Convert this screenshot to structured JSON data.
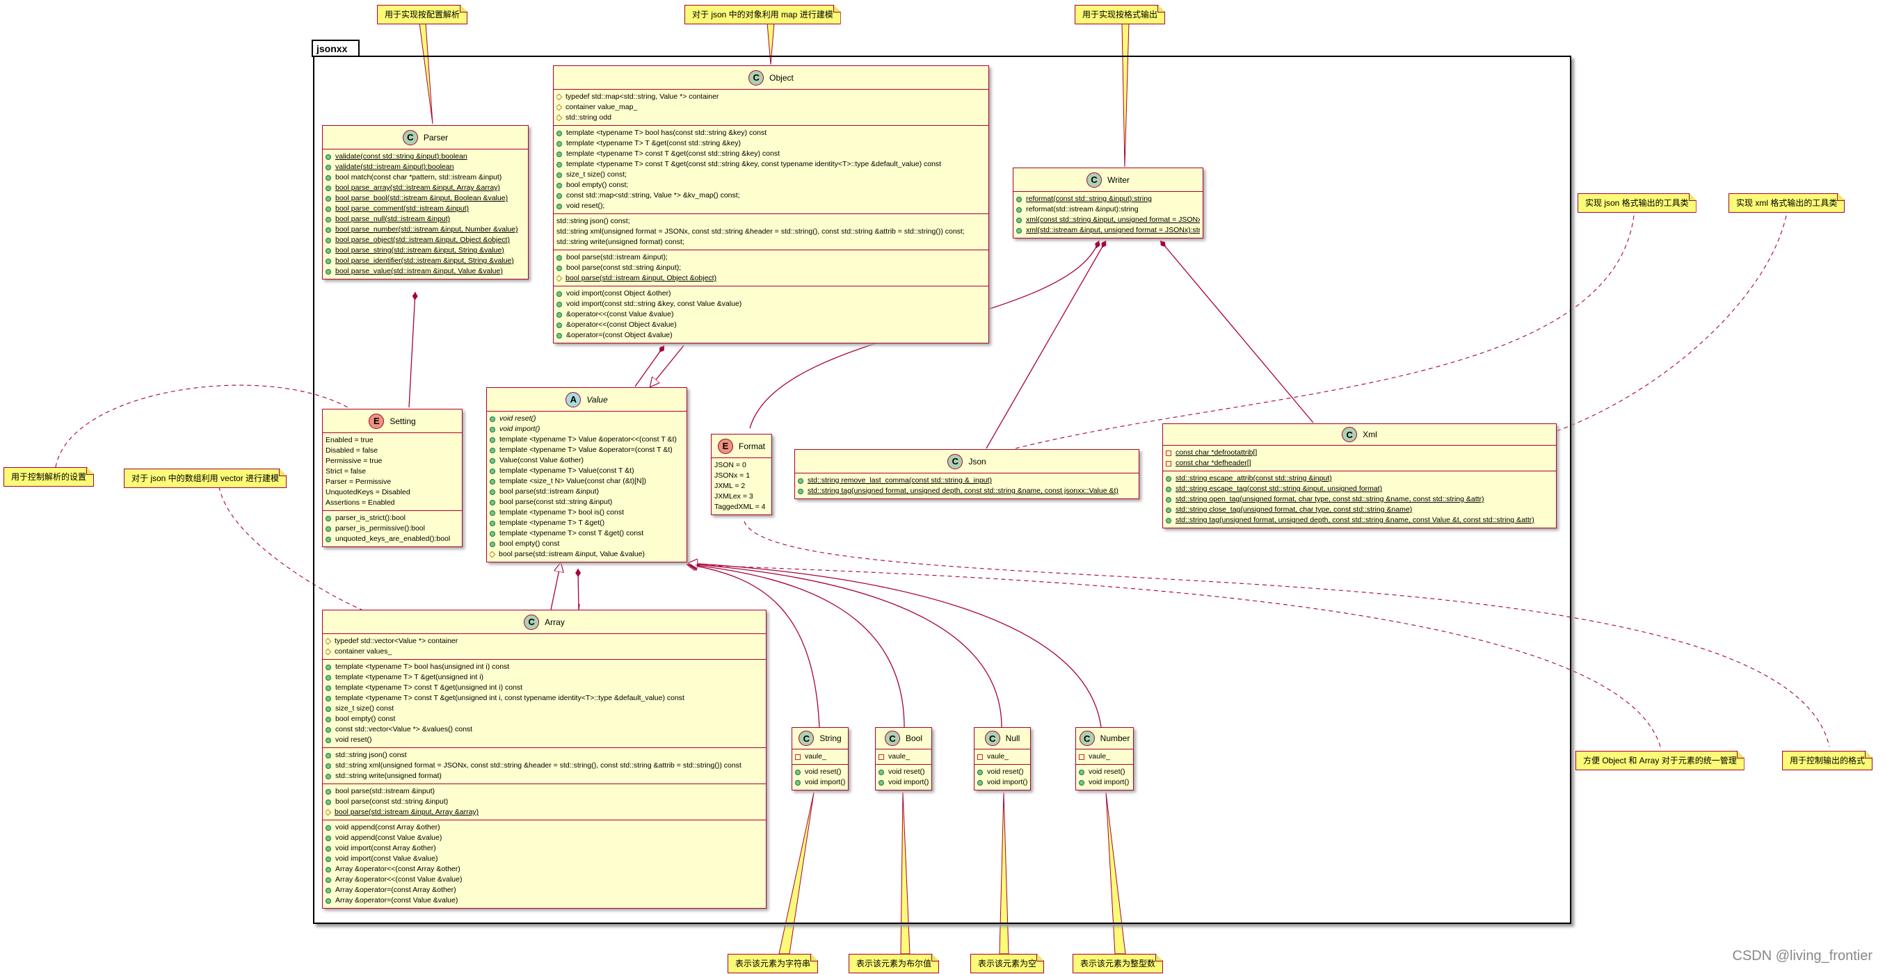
{
  "package": {
    "name": "jsonxx"
  },
  "colors": {
    "class_fill": "#fefece",
    "border": "#a80036",
    "note_fill": "#fbfb77",
    "class_circle": "#add1b2",
    "abstract_circle": "#a9dcdf",
    "enum_circle": "#eb937f"
  },
  "classes": {
    "parser": {
      "kind": "C",
      "name": "Parser",
      "sections": [
        [
          {
            "v": "pub",
            "u": true,
            "t": "validate(const std::string &input):boolean"
          },
          {
            "v": "pub",
            "u": true,
            "t": "validate(std::istream &input):boolean"
          },
          {
            "v": "pub",
            "t": "bool match(const char *pattern, std::istream &input)"
          },
          {
            "v": "pub",
            "u": true,
            "t": "bool parse_array(std::istream &input, Array &array)"
          },
          {
            "v": "pub",
            "u": true,
            "t": "bool parse_bool(std::istream &input, Boolean &value)"
          },
          {
            "v": "pub",
            "u": true,
            "t": "bool parse_comment(std::istream &input)"
          },
          {
            "v": "pub",
            "u": true,
            "t": "bool parse_null(std::istream &input)"
          },
          {
            "v": "pub",
            "u": true,
            "t": "bool parse_number(std::istream &input, Number &value)"
          },
          {
            "v": "pub",
            "u": true,
            "t": "bool parse_object(std::istream &input, Object &object)"
          },
          {
            "v": "pub",
            "u": true,
            "t": "bool parse_string(std::istream &input, String &value)"
          },
          {
            "v": "pub",
            "u": true,
            "t": "bool parse_identifier(std::istream &input, String &value)"
          },
          {
            "v": "pub",
            "u": true,
            "t": "bool parse_value(std::istream &input, Value &value)"
          }
        ]
      ]
    },
    "object": {
      "kind": "C",
      "name": "Object",
      "sections": [
        [
          {
            "v": "prot",
            "t": "typedef std::map<std::string, Value *> container"
          },
          {
            "v": "prot",
            "t": "container value_map_"
          },
          {
            "v": "prot",
            "t": "std::string odd"
          }
        ],
        [
          {
            "v": "pub",
            "t": "template <typename T> bool has(const std::string &key) const"
          },
          {
            "v": "pub",
            "t": "template <typename T> T &get(const std::string &key)"
          },
          {
            "v": "pub",
            "t": "template <typename T> const T &get(const std::string &key) const"
          },
          {
            "v": "pub",
            "t": "template <typename T> const T &get(const std::string &key, const typename identity<T>::type &default_value) const"
          },
          {
            "v": "pub",
            "t": "size_t size() const;"
          },
          {
            "v": "pub",
            "t": "bool empty() const;"
          },
          {
            "v": "pub",
            "t": "const std::map<std::string, Value *> &kv_map() const;"
          },
          {
            "v": "pub",
            "t": "void reset();"
          }
        ],
        [
          {
            "v": "",
            "t": "std::string json() const;"
          },
          {
            "v": "",
            "t": "std::string xml(unsigned format = JSONx, const std::string &header = std::string(), const std::string &attrib = std::string()) const;"
          },
          {
            "v": "",
            "t": "std::string write(unsigned format) const;"
          }
        ],
        [
          {
            "v": "pub",
            "t": "bool parse(std::istream &input);"
          },
          {
            "v": "pub",
            "t": "bool parse(const std::string &input);"
          },
          {
            "v": "prot",
            "u": true,
            "t": "bool parse(std::istream &input, Object &object)"
          }
        ],
        [
          {
            "v": "pub",
            "t": "void import(const Object &other)"
          },
          {
            "v": "pub",
            "t": "void import(const std::string &key, const Value &value)"
          },
          {
            "v": "pub",
            "t": "&operator<<(const Value &value)"
          },
          {
            "v": "pub",
            "t": "&operator<<(const Object &value)"
          },
          {
            "v": "pub",
            "t": "&operator=(const Object &value)"
          }
        ]
      ]
    },
    "writer": {
      "kind": "C",
      "name": "Writer",
      "sections": [
        [
          {
            "v": "pub",
            "u": true,
            "t": "reformat(const std::string &input):string"
          },
          {
            "v": "pub",
            "t": "reformat(std::istream &input):string"
          },
          {
            "v": "pub",
            "u": true,
            "t": "xml(const std::string &input, unsigned format = JSONx):string"
          },
          {
            "v": "pub",
            "u": true,
            "t": "xml(std::istream &input, unsigned format = JSONx):string"
          }
        ]
      ]
    },
    "setting": {
      "kind": "E",
      "name": "Setting",
      "sections": [
        [
          {
            "v": "",
            "t": "Enabled = true"
          },
          {
            "v": "",
            "t": "Disabled = false"
          },
          {
            "v": "",
            "t": "Permissive = true"
          },
          {
            "v": "",
            "t": "Strict = false"
          },
          {
            "v": "",
            "t": "Parser = Permissive"
          },
          {
            "v": "",
            "t": "UnquotedKeys = Disabled"
          },
          {
            "v": "",
            "t": "Assertions = Enabled"
          }
        ],
        [
          {
            "v": "pub",
            "t": "parser_is_strict():bool"
          },
          {
            "v": "pub",
            "t": "parser_is_permissive():bool"
          },
          {
            "v": "pub",
            "t": "unquoted_keys_are_enabled():bool"
          }
        ]
      ]
    },
    "value": {
      "kind": "A",
      "name": "Value",
      "sections": [
        [
          {
            "v": "pub",
            "i": true,
            "t": "void reset()"
          },
          {
            "v": "pub",
            "i": true,
            "t": "void import()"
          },
          {
            "v": "pub",
            "t": "template <typename T> Value &operator<<(const T &t)"
          },
          {
            "v": "pub",
            "t": "template <typename T> Value &operator=(const T &t)"
          },
          {
            "v": "pub",
            "t": "Value(const Value &other)"
          },
          {
            "v": "pub",
            "t": "template <typename T> Value(const T &t)"
          },
          {
            "v": "pub",
            "t": "template <size_t N> Value(const char (&t)[N])"
          },
          {
            "v": "pub",
            "t": "bool parse(std::istream &input)"
          },
          {
            "v": "pub",
            "t": "bool parse(const std::string &input)"
          },
          {
            "v": "pub",
            "t": "template <typename T> bool is() const"
          },
          {
            "v": "pub",
            "t": "template <typename T> T &get()"
          },
          {
            "v": "pub",
            "t": "template <typename T>   const T &get() const"
          },
          {
            "v": "pub",
            "t": "bool empty() const"
          },
          {
            "v": "prot",
            "t": "bool parse(std::istream &input, Value &value)"
          }
        ]
      ]
    },
    "format": {
      "kind": "E",
      "name": "Format",
      "sections": [
        [
          {
            "v": "",
            "t": "JSON = 0"
          },
          {
            "v": "",
            "t": "JSONx = 1"
          },
          {
            "v": "",
            "t": "JXML = 2"
          },
          {
            "v": "",
            "t": "JXMLex = 3"
          },
          {
            "v": "",
            "t": "TaggedXML = 4"
          }
        ]
      ]
    },
    "json": {
      "kind": "C",
      "name": "Json",
      "sections": [
        [
          {
            "v": "pub",
            "u": true,
            "t": "std::string remove_last_comma(const std::string &_input)"
          },
          {
            "v": "pub",
            "u": true,
            "t": "std::string tag(unsigned format, unsigned depth, const std::string &name, const jsonxx::Value &t)"
          }
        ]
      ]
    },
    "xml": {
      "kind": "C",
      "name": "Xml",
      "sections": [
        [
          {
            "v": "priv",
            "u": true,
            "t": "const char *defrootattrib[]"
          },
          {
            "v": "priv",
            "u": true,
            "t": "const char *defheader[]"
          }
        ],
        [
          {
            "v": "pub",
            "u": true,
            "t": "std::string escape_attrib(const std::string &input)"
          },
          {
            "v": "pub",
            "u": true,
            "t": "std::string escape_tag(const std::string &input, unsigned format)"
          },
          {
            "v": "pub",
            "u": true,
            "t": "std::string open_tag(unsigned format, char type, const std::string &name, const std::string &attr)"
          },
          {
            "v": "pub",
            "u": true,
            "t": "std::string close_tag(unsigned format, char type, const std::string &name)"
          },
          {
            "v": "pub",
            "u": true,
            "t": "std::string tag(unsigned format, unsigned depth, const std::string &name, const Value &t, const std::string &attr)"
          }
        ]
      ]
    },
    "array": {
      "kind": "C",
      "name": "Array",
      "sections": [
        [
          {
            "v": "prot",
            "t": "typedef std::vector<Value *> container"
          },
          {
            "v": "prot",
            "t": "container values_"
          }
        ],
        [
          {
            "v": "pub",
            "t": "template <typename T> bool has(unsigned int i) const"
          },
          {
            "v": "pub",
            "t": "template <typename T> T &get(unsigned int i)"
          },
          {
            "v": "pub",
            "t": "template <typename T> const T &get(unsigned int i) const"
          },
          {
            "v": "pub",
            "t": "template <typename T> const T &get(unsigned int i, const typename identity<T>::type &default_value) const"
          },
          {
            "v": "pub",
            "t": "size_t size() const"
          },
          {
            "v": "pub",
            "t": "bool empty() const"
          },
          {
            "v": "pub",
            "t": "const std::vector<Value *> &values() const"
          },
          {
            "v": "pub",
            "t": "void reset()"
          }
        ],
        [
          {
            "v": "pub",
            "t": "std::string json() const"
          },
          {
            "v": "pub",
            "t": "std::string xml(unsigned format = JSONx, const std::string &header = std::string(), const std::string &attrib = std::string()) const"
          },
          {
            "v": "pub",
            "t": "std::string write(unsigned format)"
          }
        ],
        [
          {
            "v": "pub",
            "t": "bool parse(std::istream &input)"
          },
          {
            "v": "pub",
            "t": "bool parse(const std::string &input)"
          },
          {
            "v": "prot",
            "u": true,
            "t": "bool parse(std::istream &input, Array &array)"
          }
        ],
        [
          {
            "v": "pub",
            "t": "void append(const Array &other)"
          },
          {
            "v": "pub",
            "t": "void append(const Value &value)"
          },
          {
            "v": "pub",
            "t": "void import(const Array &other)"
          },
          {
            "v": "pub",
            "t": "void import(const Value &value)"
          },
          {
            "v": "pub",
            "t": "Array &operator<<(const Array &other)"
          },
          {
            "v": "pub",
            "t": "Array &operator<<(const Value &value)"
          },
          {
            "v": "pub",
            "t": "Array &operator=(const Array &other)"
          },
          {
            "v": "pub",
            "t": "Array &operator=(const Value &value)"
          }
        ]
      ]
    },
    "string": {
      "kind": "C",
      "name": "String",
      "sections": [
        [
          {
            "v": "priv",
            "t": "vaule_"
          }
        ],
        [
          {
            "v": "pub",
            "t": "void reset()"
          },
          {
            "v": "pub",
            "t": "void import()"
          }
        ]
      ]
    },
    "bool": {
      "kind": "C",
      "name": "Bool",
      "sections": [
        [
          {
            "v": "priv",
            "t": "vaule_"
          }
        ],
        [
          {
            "v": "pub",
            "t": "void reset()"
          },
          {
            "v": "pub",
            "t": "void import()"
          }
        ]
      ]
    },
    "null": {
      "kind": "C",
      "name": "Null",
      "sections": [
        [
          {
            "v": "priv",
            "t": "vaule_"
          }
        ],
        [
          {
            "v": "pub",
            "t": "void reset()"
          },
          {
            "v": "pub",
            "t": "void import()"
          }
        ]
      ]
    },
    "number": {
      "kind": "C",
      "name": "Number",
      "sections": [
        [
          {
            "v": "priv",
            "t": "vaule_"
          }
        ],
        [
          {
            "v": "pub",
            "t": "void reset()"
          },
          {
            "v": "pub",
            "t": "void import()"
          }
        ]
      ]
    }
  },
  "notes": {
    "parser_note": "用于实现按配置解析",
    "object_note": "对于 json 中的对象利用 map 进行建模",
    "writer_note": "用于实现按格式输出",
    "json_note": "实现 json 格式输出的工具类",
    "xml_note": "实现 xml 格式输出的工具类",
    "setting_note": "用于控制解析的设置",
    "array_note": "对于 json 中的数组利用 vector 进行建模",
    "value_note": "方便 Object 和 Array 对于元素的统一管理",
    "format_note": "用于控制输出的格式",
    "string_note": "表示该元素为字符串",
    "bool_note": "表示该元素为布尔值",
    "null_note": "表示该元素为空",
    "number_note": "表示该元素为整型数"
  },
  "watermark": "CSDN @living_frontier"
}
